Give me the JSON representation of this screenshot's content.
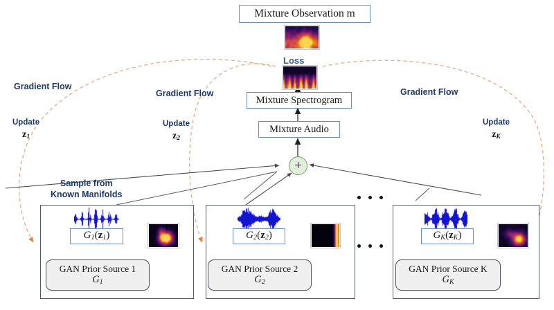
{
  "diagram": {
    "title_box": {
      "label": "Mixture Observation m"
    },
    "loss_label": "Loss",
    "mixture_spectrogram_box": {
      "label": "Mixture Spectrogram"
    },
    "mixture_audio_box": {
      "label": "Mixture Audio"
    },
    "sum_node": {
      "symbol": "+"
    },
    "sample_note": {
      "line1": "Sample from",
      "line2": "Known Manifolds"
    },
    "gradient_flows": [
      {
        "label": "Gradient Flow",
        "update_label": "Update",
        "update_var": "z",
        "update_sub": "1"
      },
      {
        "label": "Gradient Flow",
        "update_label": "Update",
        "update_var": "z",
        "update_sub": "2"
      },
      {
        "label": "Gradient Flow",
        "update_label": "Update",
        "update_var": "z",
        "update_sub": "K"
      }
    ],
    "sources": [
      {
        "generator_label": "G",
        "generator_sub": "1",
        "generator_call": "G_1(z_1)",
        "prior_label": "GAN Prior Source 1",
        "prior_symbol_sub": "1"
      },
      {
        "generator_label": "G",
        "generator_sub": "2",
        "generator_call": "G_2(z_2)",
        "prior_label": "GAN Prior Source 2",
        "prior_symbol_sub": "2"
      },
      {
        "generator_label": "G",
        "generator_sub": "K",
        "generator_call": "G_K(z_K)",
        "prior_label": "GAN Prior Source K",
        "prior_symbol_sub": "K"
      }
    ],
    "ellipsis": {
      "top": "• • •",
      "bottom": "• • •"
    },
    "colors": {
      "gradient_dash": "#e8a87c",
      "box_border_blue": "#6b8bc4",
      "navy_text": "#1f3864",
      "loss_text": "#3f5a80",
      "sum_fill": "#e2efda",
      "sum_border": "#6f9e63",
      "source_border": "#555a5e",
      "gan_fill": "#f0f0f0",
      "waveform": "#1414d0",
      "solid_arrow": "#444444"
    }
  }
}
